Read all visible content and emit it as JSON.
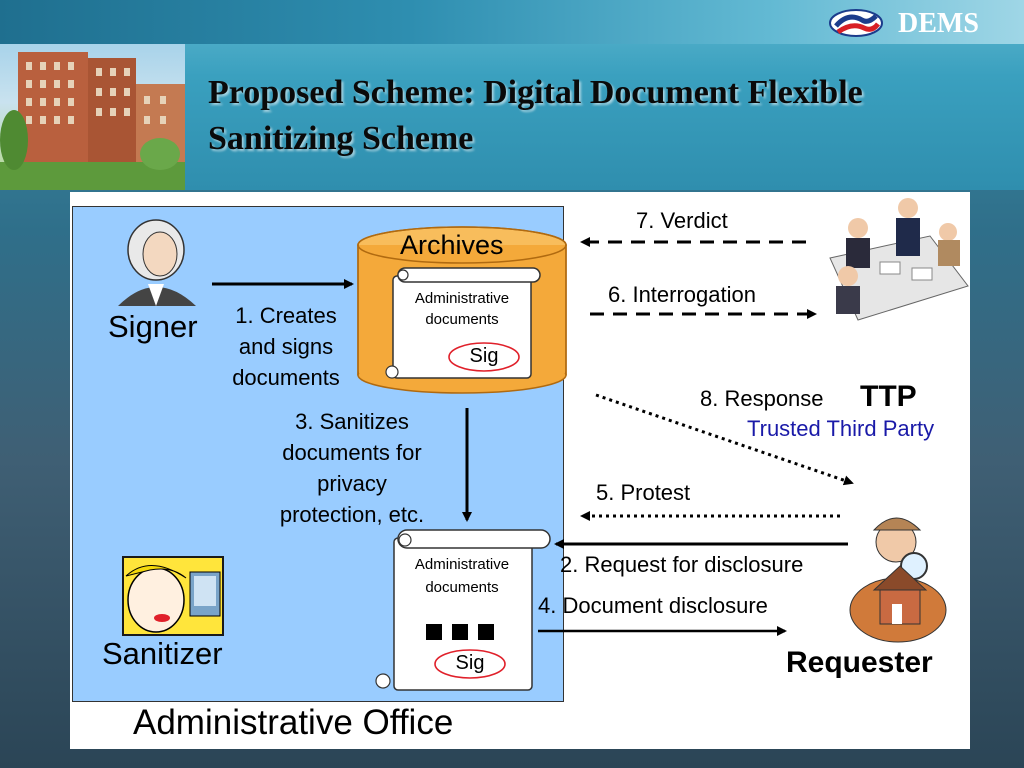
{
  "slide": {
    "title_line1": "Proposed Scheme: Digital Document Flexible",
    "title_line2": "Sanitizing Scheme",
    "logo_text": "DEMS"
  },
  "diagram": {
    "office_label": "Administrative Office",
    "signer": "Signer",
    "sanitizer": "Sanitizer",
    "requester": "Requester",
    "ttp": "TTP",
    "ttp_full": "Trusted Third Party",
    "archives": "Archives",
    "doc_label_1": "Administrative",
    "doc_label_2": "documents",
    "sig": "Sig",
    "steps": {
      "s1_l1": "1. Creates",
      "s1_l2": "and signs",
      "s1_l3": "documents",
      "s2": "2. Request for disclosure",
      "s3_l1": "3. Sanitizes",
      "s3_l2": "documents for",
      "s3_l3": "privacy",
      "s3_l4": "protection, etc.",
      "s4": "4. Document disclosure",
      "s5": "5. Protest",
      "s6": "6. Interrogation",
      "s7": "7. Verdict",
      "s8": "8. Response"
    },
    "colors": {
      "office_bg": "#99ccff",
      "archive_fill": "#f4a93a",
      "ttp_text": "#1a1aa8",
      "sig_ellipse": "#e0202a"
    }
  }
}
